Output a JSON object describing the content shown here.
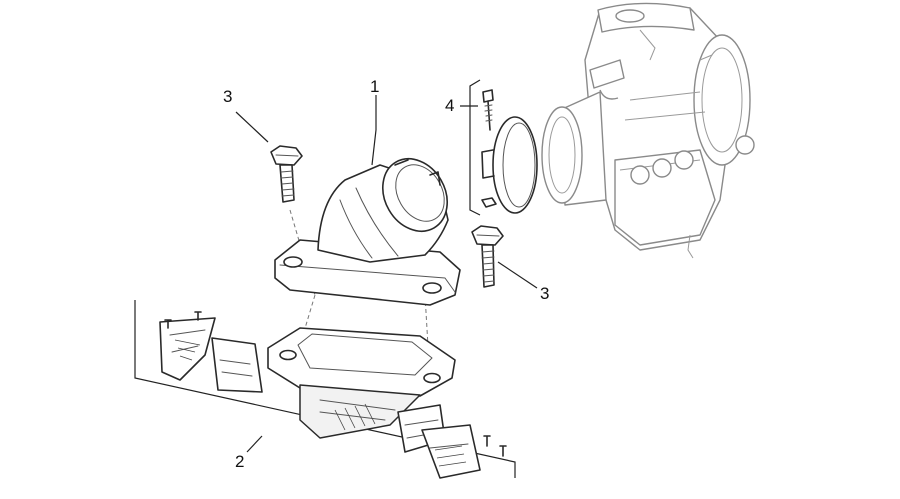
{
  "callouts": [
    {
      "id": "callout-1",
      "label": "1"
    },
    {
      "id": "callout-2",
      "label": "2"
    },
    {
      "id": "callout-3a",
      "label": "3"
    },
    {
      "id": "callout-3b",
      "label": "3"
    },
    {
      "id": "callout-4",
      "label": "4"
    }
  ],
  "colors": {
    "line": "#2a2a2a",
    "carburetor": "#8a8a8a",
    "background": "#ffffff"
  }
}
